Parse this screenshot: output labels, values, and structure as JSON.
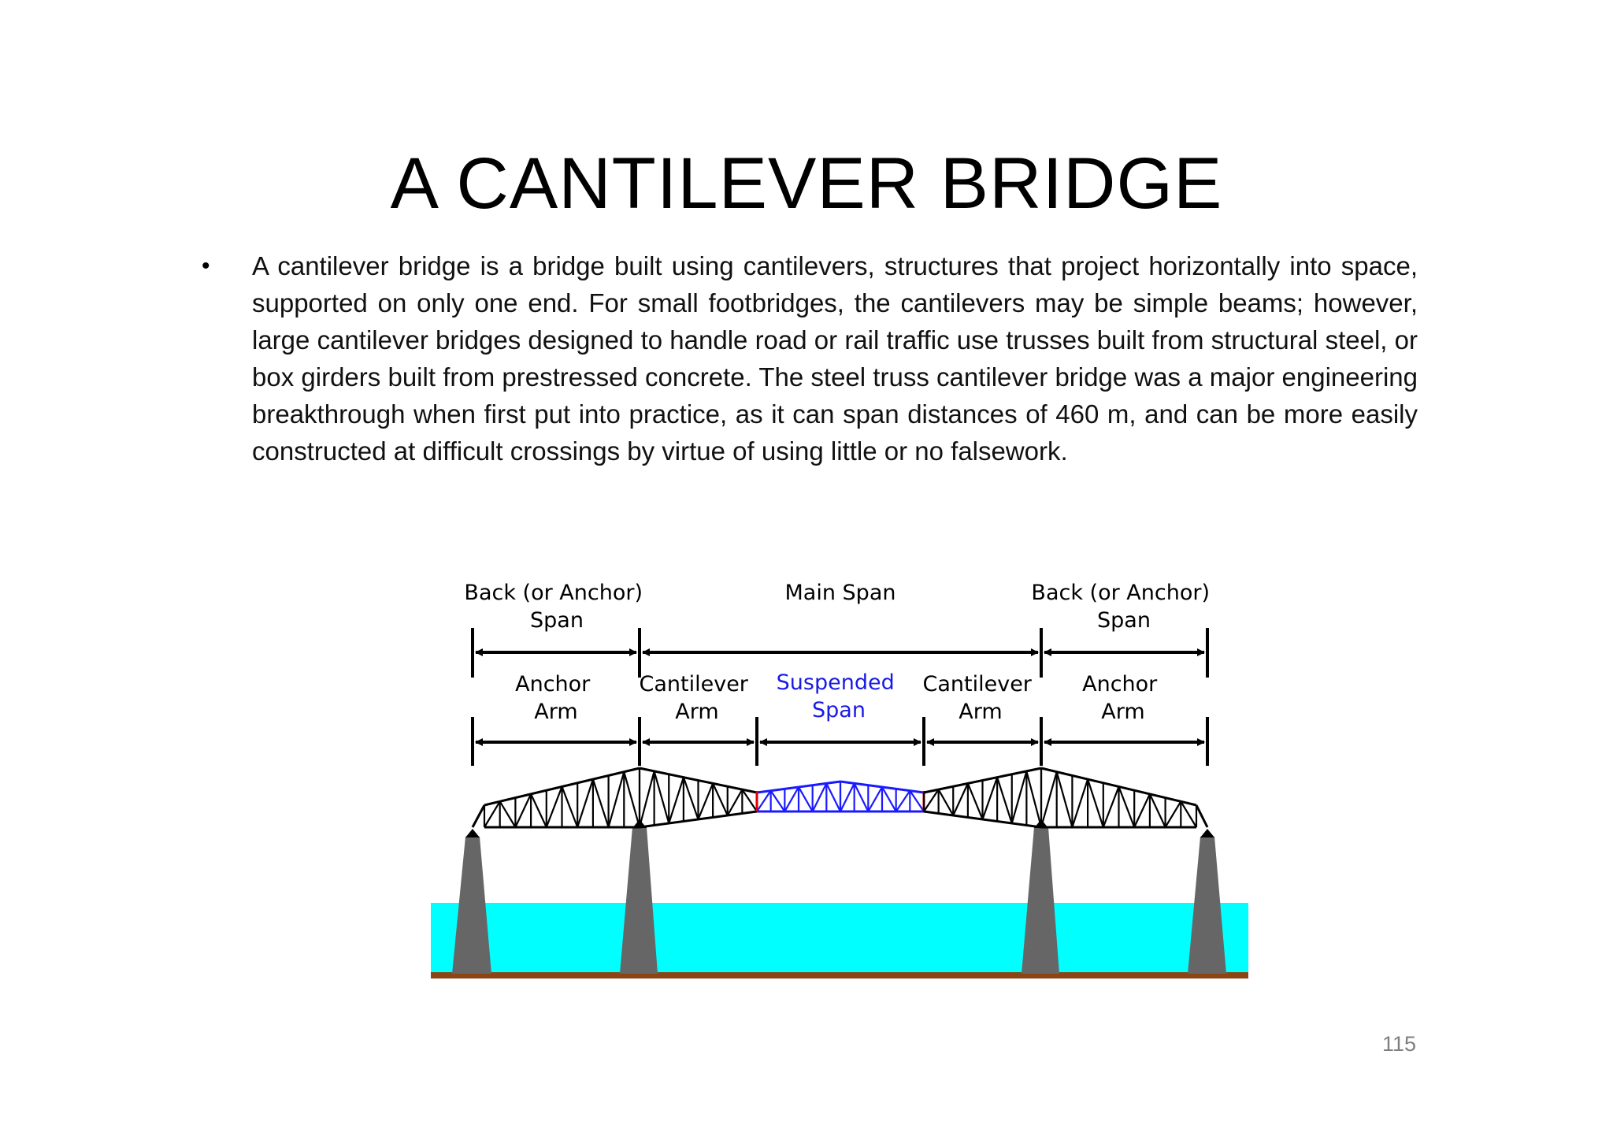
{
  "slide": {
    "title": "A CANTILEVER BRIDGE",
    "bullet_symbol": "•",
    "body": "A cantilever bridge is a bridge built using cantilevers, structures that project horizontally into space, supported on only one end. For small footbridges, the cantilevers may be simple beams; however, large cantilever bridges designed to handle road or rail traffic use trusses built from structural steel, or box girders built from prestressed concrete. The steel truss cantilever bridge was a major engineering breakthrough when first put into practice, as it can span distances of 460 m, and can be more easily constructed at difficult crossings by virtue of using little or no falsework.",
    "page_number": "115"
  },
  "diagram": {
    "top_labels": {
      "left_back_span": [
        "Back (or Anchor)",
        "Span"
      ],
      "main_span": [
        "Main Span"
      ],
      "right_back_span": [
        "Back (or Anchor)",
        "Span"
      ]
    },
    "sub_labels": {
      "left_anchor_arm": [
        "Anchor",
        "Arm"
      ],
      "left_cantilever_arm": [
        "Cantilever",
        "Arm"
      ],
      "suspended_span": [
        "Suspended",
        "Span"
      ],
      "right_cantilever_arm": [
        "Cantilever",
        "Arm"
      ],
      "right_anchor_arm": [
        "Anchor",
        "Arm"
      ]
    },
    "colors": {
      "truss": "#000000",
      "suspended_truss": "#1a1aff",
      "suspended_label": "#1a1ae6",
      "joint": "#e00000",
      "pier": "#666666",
      "water": "#00ffff",
      "ground": "#8b4513"
    }
  }
}
